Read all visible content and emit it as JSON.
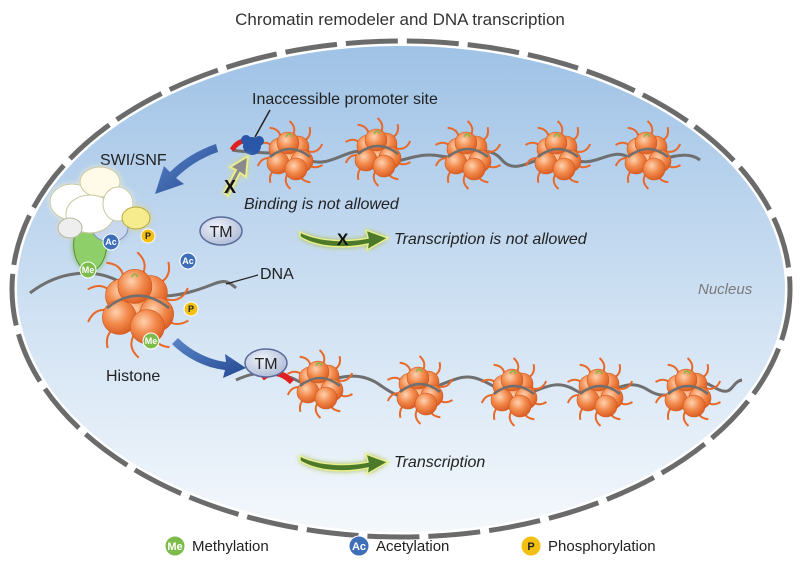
{
  "title": "Chromatin remodeler and DNA transcription",
  "labels": {
    "inaccessible_promoter": "Inaccessible promoter site",
    "swi_snf": "SWI/SNF",
    "binding_not_allowed": "Binding is not allowed",
    "tm": "TM",
    "transcription_not_allowed": "Transcription is not allowed",
    "dna": "DNA",
    "nucleus": "Nucleus",
    "histone": "Histone",
    "transcription": "Transcription",
    "blocked_mark": "X"
  },
  "modifications": {
    "me": "Me",
    "ac": "Ac",
    "p": "P"
  },
  "legend": [
    {
      "symbol": "Me",
      "label": "Methylation",
      "color": "#7dbb4a"
    },
    {
      "symbol": "Ac",
      "label": "Acetylation",
      "color": "#3f6fb8"
    },
    {
      "symbol": "P",
      "label": "Phosphorylation",
      "color": "#f2c012"
    }
  ],
  "colors": {
    "nucleus_fill_top": "#a9c8e8",
    "nucleus_fill_bottom": "#f3f7fc",
    "membrane": "#6e6e6e",
    "histone": "#ef7a3c",
    "dna": "#6f6f6f",
    "promoter": "#e02020",
    "green_arrow": "#4d7a2a",
    "blue_arrow": "#2f56a0"
  }
}
